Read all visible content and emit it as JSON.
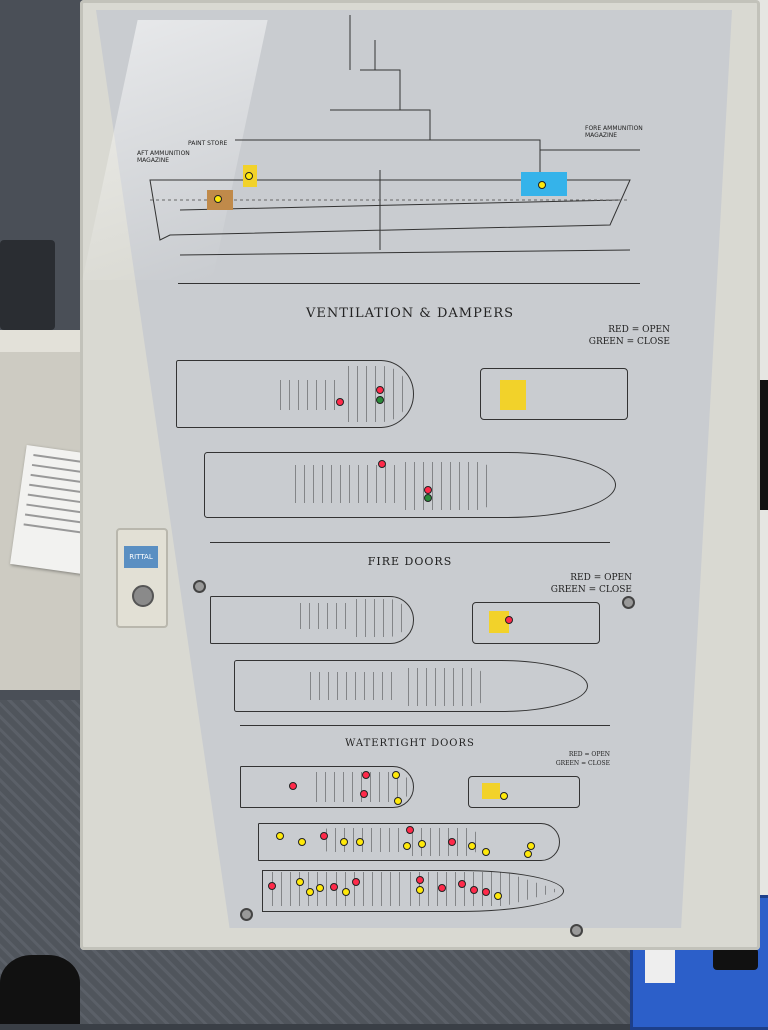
{
  "board": {
    "profile_labels": {
      "aft_magazine": "AFT AMMUNITION MAGAZINE",
      "paint_store": "PAINT STORE",
      "fore_magazine": "FORE AMMUNITION MAGAZINE"
    },
    "sections": [
      {
        "title": "VENTILATION & DAMPERS",
        "legend": [
          "RED = OPEN",
          "GREEN = CLOSE"
        ]
      },
      {
        "title": "FIRE DOORS",
        "legend": [
          "RED = OPEN",
          "GREEN = CLOSE"
        ]
      },
      {
        "title": "WATERTIGHT DOORS",
        "legend": [
          "RED = OPEN",
          "GREEN = CLOSE"
        ]
      }
    ]
  },
  "handle": {
    "badge": "RITTAL"
  },
  "colors": {
    "zone_yellow": "#f2d22a",
    "zone_blue": "#35b3ea",
    "zone_brown": "#c08a4a",
    "led_red": "#ff2a4a",
    "led_yellow": "#ffe90a",
    "led_green": "#2a8a3a"
  },
  "icons": [
    "ship-profile-icon",
    "deck-plan-icon",
    "led-indicator-icon",
    "screw-icon",
    "lock-knob-icon"
  ]
}
